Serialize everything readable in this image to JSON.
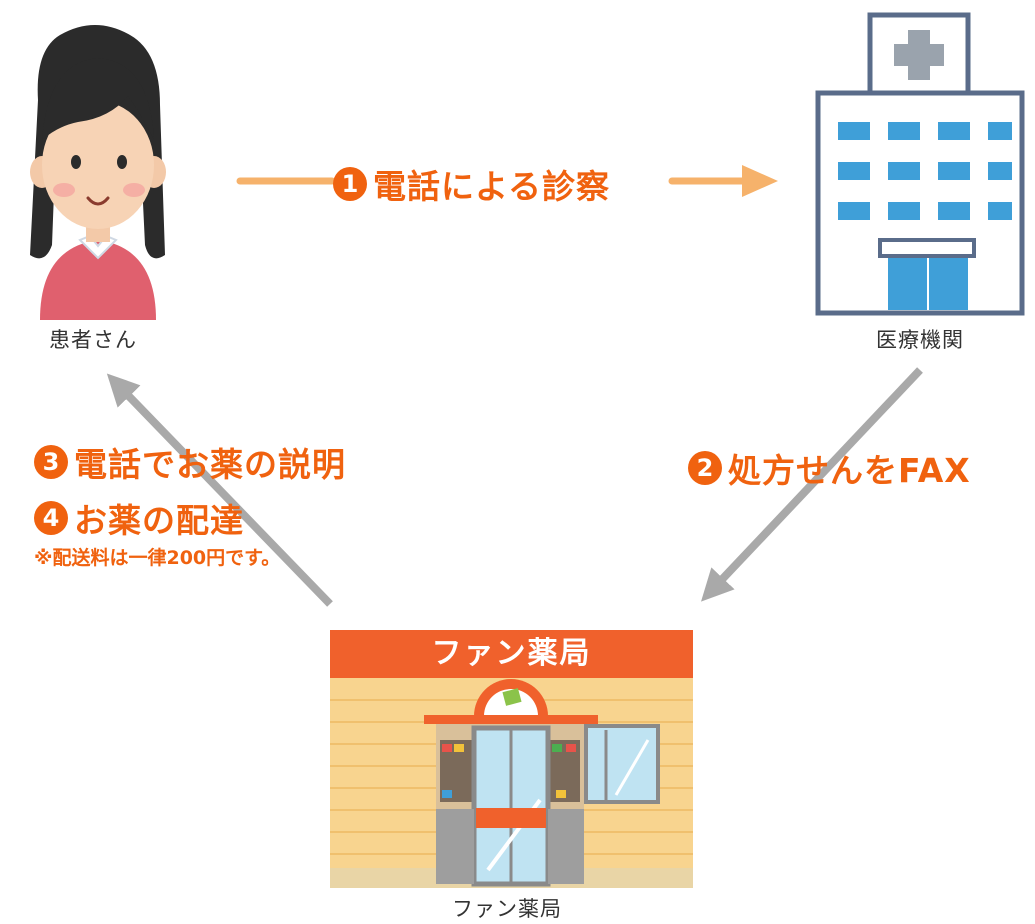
{
  "nodes": {
    "patient": {
      "label": "患者さん"
    },
    "hospital": {
      "label": "医療機関"
    },
    "pharmacy": {
      "label": "ファン薬局",
      "sign": "ファン薬局"
    }
  },
  "steps": [
    {
      "number": "1",
      "text": "電話による診察"
    },
    {
      "number": "2",
      "text": "処方せんをFAX"
    },
    {
      "number": "3",
      "text": "電話でお薬の説明"
    },
    {
      "number": "4",
      "text": "お薬の配達"
    }
  ],
  "note": "※配送料は一律200円です。",
  "colors": {
    "accent": "#f0620f",
    "arrow_orange": "#f6b26b",
    "arrow_gray": "#a9a9a9",
    "building_blue": "#3f9fd8",
    "pharmacy_wall": "#f8d48f"
  }
}
